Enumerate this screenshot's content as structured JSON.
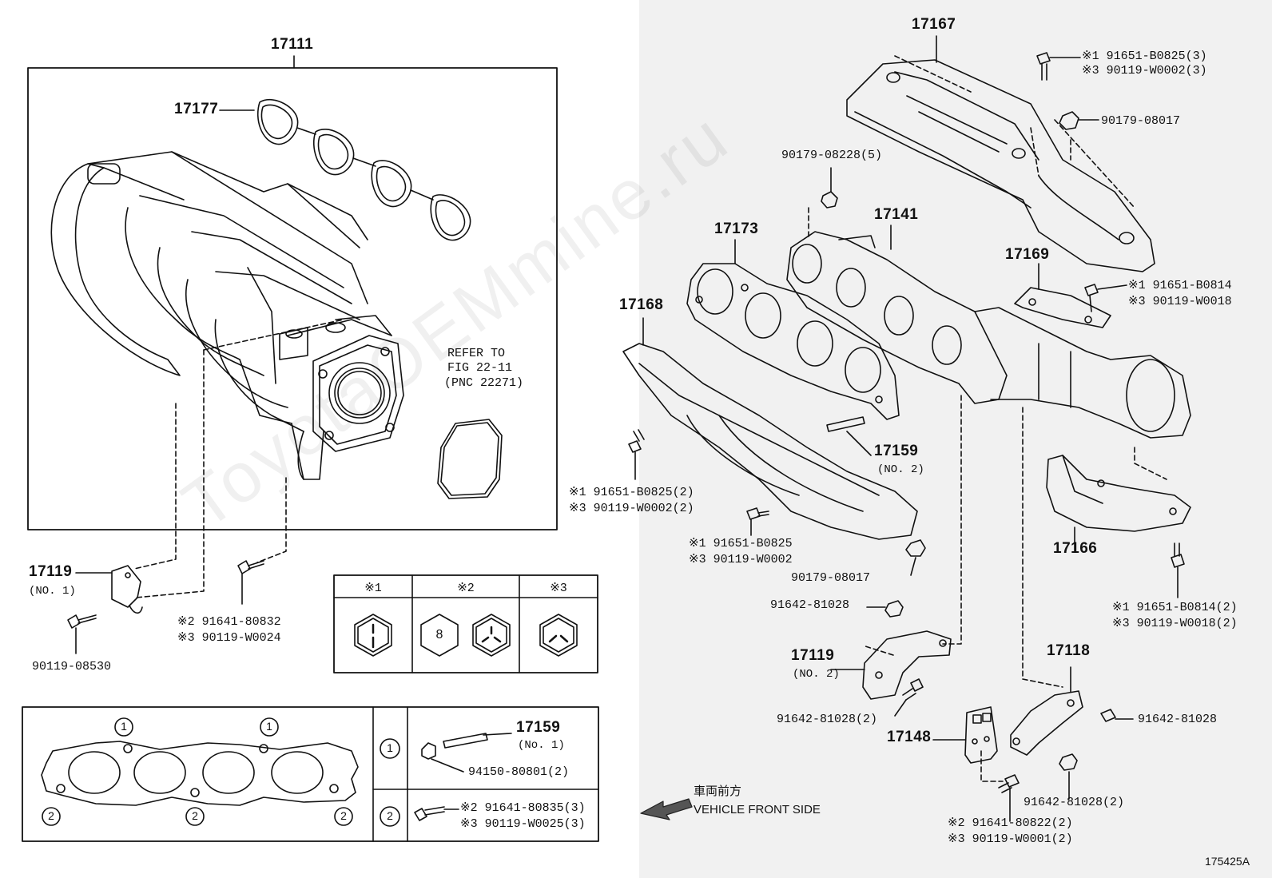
{
  "watermark": "ToyotaOEMmine.ru",
  "figure_code": "175425A",
  "direction": {
    "jp": "車両前方",
    "en": "VEHICLE FRONT SIDE"
  },
  "legend_headers": [
    "※1",
    "※2",
    "※3"
  ],
  "legend_nut_size": "8",
  "callouts": {
    "c17111": "17111",
    "c17177": "17177",
    "refer_line1": "REFER TO",
    "refer_line2": "FIG 22-11",
    "refer_line3": "(PNC 22271)",
    "c17119_1": "17119",
    "c17119_1_sub": "(NO. 1)",
    "c90119_08530": "90119-08530",
    "c91641_80832": "※2 91641-80832",
    "c90119_W0024": "※3 90119-W0024",
    "c17167": "17167",
    "c91651_B0825_3": "※1 91651-B0825(3)",
    "c90119_W0002_3": "※3 90119-W0002(3)",
    "c90179_08017_top": "90179-08017",
    "c90179_08228": "90179-08228(5)",
    "c17173": "17173",
    "c17141": "17141",
    "c17169": "17169",
    "c91651_B0814": "※1 91651-B0814",
    "c90119_W0018": "※3 90119-W0018",
    "c17168": "17168",
    "c17159_2": "17159",
    "c17159_2_sub": "(NO. 2)",
    "c91651_B0825_2": "※1 91651-B0825(2)",
    "c90119_W0002_2": "※3 90119-W0002(2)",
    "c91651_B0825": "※1 91651-B0825",
    "c90119_W0002": "※3 90119-W0002",
    "c90179_08017_mid": "90179-08017",
    "c17166": "17166",
    "c91642_81028_a": "91642-81028",
    "c91651_B0814_2": "※1 91651-B0814(2)",
    "c90119_W0018_2": "※3 90119-W0018(2)",
    "c17119_2": "17119",
    "c17119_2_sub": "(NO. 2)",
    "c91642_81028_2a": "91642-81028(2)",
    "c17118": "17118",
    "c91642_81028_b": "91642-81028",
    "c17148": "17148",
    "c91642_81028_2b": "91642-81028(2)",
    "c91641_80822": "※2 91641-80822(2)",
    "c90119_W0001": "※3 90119-W0001(2)",
    "c17159_1": "17159",
    "c17159_1_sub": "(No. 1)",
    "c94150_80801": "94150-80801(2)",
    "c91641_80835": "※2 91641-80835(3)",
    "c90119_W0025": "※3 90119-W0025(3)",
    "mark1": "1",
    "mark2": "2"
  }
}
